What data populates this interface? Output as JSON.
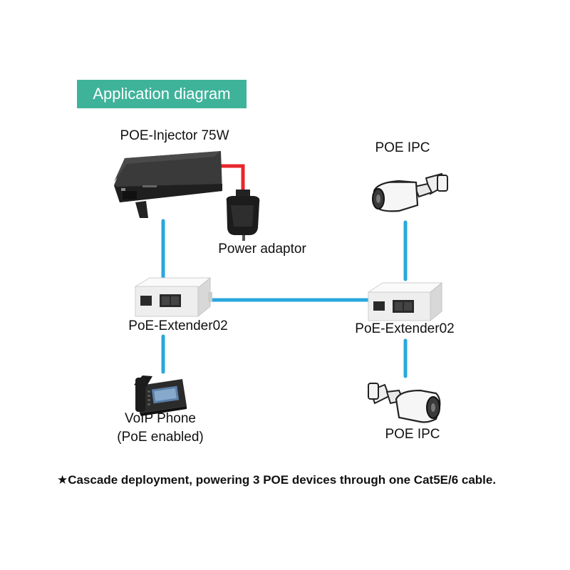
{
  "banner": {
    "title": "Application diagram"
  },
  "labels": {
    "injector": "POE-Injector 75W",
    "power_adaptor": "Power adaptor",
    "extender_left": "PoE-Extender02",
    "extender_right": "PoE-Extender02",
    "camera_top": "POE IPC",
    "camera_bottom": "POE IPC",
    "phone_line1": "VoIP Phone",
    "phone_line2": "(PoE enabled)"
  },
  "footnote": {
    "star": "★",
    "text": "Cascade deployment, powering 3 POE devices through one Cat5E/6 cable."
  },
  "colors": {
    "banner_bg": "#3fb39a",
    "cable_ethernet": "#29a8dd",
    "cable_power": "#e8262b",
    "device_dark": "#2a2a2a",
    "device_light": "#f2f2f2"
  },
  "icons": [
    "poe-injector-icon",
    "power-adaptor-icon",
    "poe-extender-icon",
    "ip-camera-icon",
    "voip-phone-icon"
  ]
}
